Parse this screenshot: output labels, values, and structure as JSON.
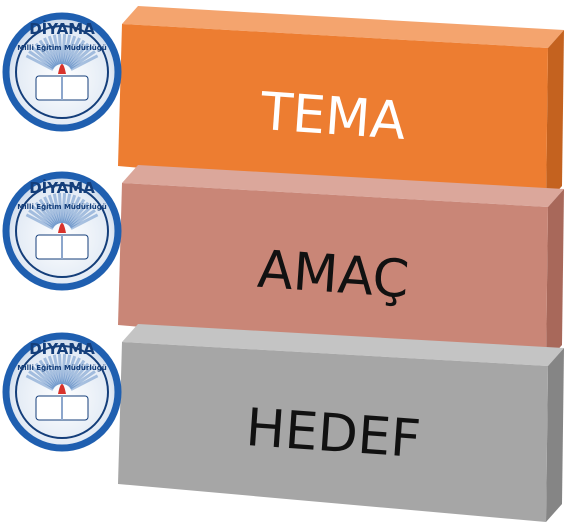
{
  "banners": [
    {
      "label": "TEMA",
      "colors": {
        "front": "#ED7D31",
        "top": "#F4A46E",
        "side": "#C4621F",
        "text": "#FFFFFF"
      }
    },
    {
      "label": "AMAÇ",
      "colors": {
        "front": "#C98677",
        "top": "#DBA79B",
        "side": "#A8685A",
        "text": "#111111"
      }
    },
    {
      "label": "HEDEF",
      "colors": {
        "front": "#A6A6A6",
        "top": "#C4C4C4",
        "side": "#858585",
        "text": "#111111"
      }
    }
  ],
  "logo": {
    "arc_text": "DİYAMA",
    "sub_text": "Milli Eğitim Müdürlüğü",
    "icon": "school-seal-icon",
    "colors": {
      "ring": "#1F5FB0",
      "ring_dark": "#143E7A",
      "rays": "#E8EEF6",
      "book": "#FFFFFF",
      "flame": "#D8322B"
    }
  }
}
